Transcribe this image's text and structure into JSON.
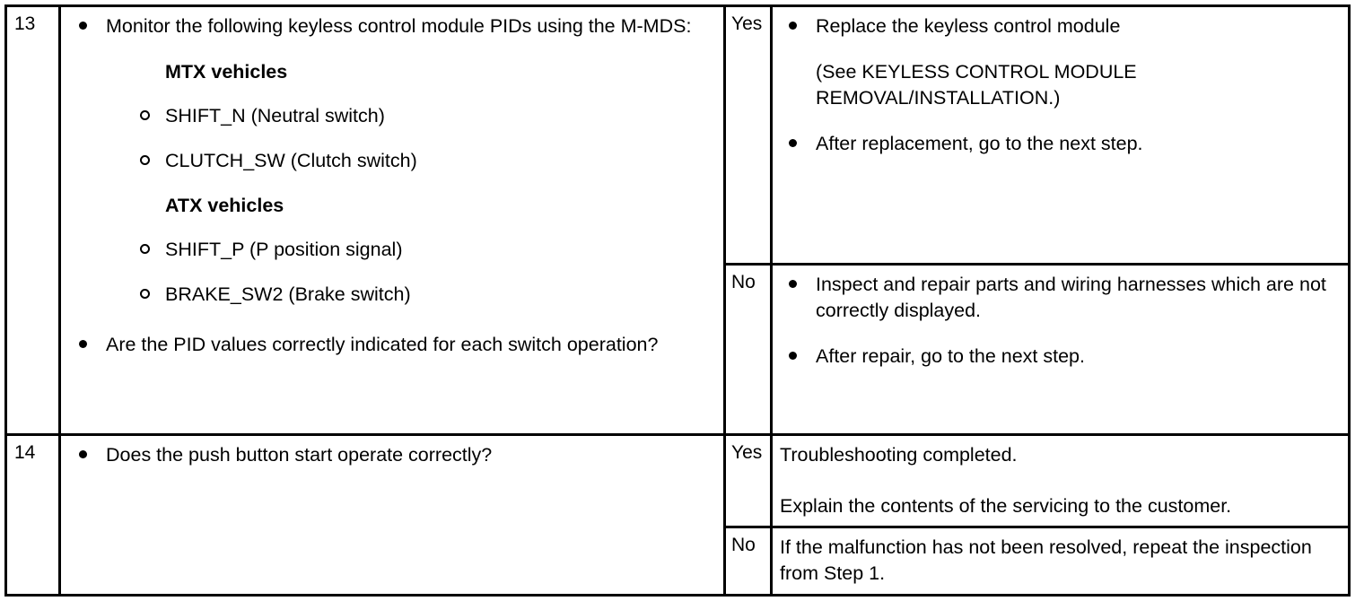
{
  "table": {
    "rows": [
      {
        "step_number": "13",
        "description": {
          "lead_bullet": "Monitor the following keyless control module PIDs using the M-MDS:",
          "groups": [
            {
              "heading": "MTX vehicles",
              "items": [
                "SHIFT_N (Neutral switch)",
                "CLUTCH_SW (Clutch switch)"
              ]
            },
            {
              "heading": "ATX vehicles",
              "items": [
                "SHIFT_P (P position signal)",
                "BRAKE_SW2 (Brake switch)"
              ]
            }
          ],
          "question_bullet": "Are the PID values correctly indicated for each switch operation?"
        },
        "answers": [
          {
            "label": "Yes",
            "bullets": [
              "Replace the keyless control module"
            ],
            "note": "(See KEYLESS CONTROL MODULE REMOVAL/INSTALLATION.)",
            "trailing_bullets": [
              "After replacement, go to the next step."
            ]
          },
          {
            "label": "No",
            "bullets": [
              "Inspect and repair parts and wiring harnesses which are not correctly displayed.",
              "After repair, go to the next step."
            ]
          }
        ]
      },
      {
        "step_number": "14",
        "description": {
          "lead_bullet": "Does the push button start operate correctly?"
        },
        "answers": [
          {
            "label": "Yes",
            "lines": [
              "Troubleshooting completed.",
              "Explain the contents of the servicing to the customer."
            ]
          },
          {
            "label": "No",
            "lines": [
              "If the malfunction has not been resolved, repeat the inspection from Step 1."
            ]
          }
        ]
      }
    ]
  },
  "colors": {
    "border": "#000000",
    "text": "#000000",
    "background": "#ffffff"
  }
}
